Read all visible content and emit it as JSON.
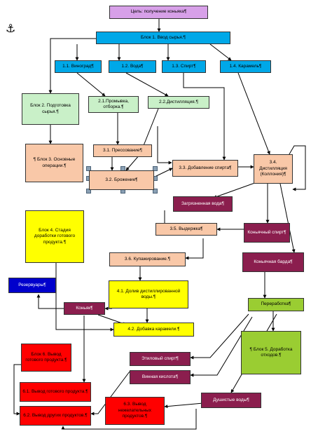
{
  "anchor_icon": "anchor-icon",
  "colors": {
    "goal": "#d7a0e8",
    "block": "#00a8e8",
    "prep": "#c9f0c8",
    "orange": "#f9c8a8",
    "yellow": "#ffff00",
    "purple": "#8b1e4e",
    "red": "#ff0000",
    "olive": "#9acd32",
    "blue": "#0000cc",
    "line": "#000000"
  },
  "boxes": {
    "goal": "Цель: получение коньяка¶",
    "block1": "Блок 1. Ввод сырья.¶",
    "b11": "1.1. Виноград¶",
    "b12": "1.2. Вода¶",
    "b13": "1.3. Спирт¶",
    "b14": "1.4. Карамель¶",
    "block2": "Блок 2. Подготовка сырья.¶",
    "b21": "2.1.Промывка, отборка.¶",
    "b22": "2.2.Дистилляция.¶",
    "block3": "¶ Блок 3. Основные операции.¶",
    "b31": "3.1. Прессование¶",
    "b32": "3.2. Брожение¶",
    "b33": "3.3. Добавление спирта¶",
    "b34": "3.4. Дистилляция (Коллония)¶",
    "zagr_vody": "Загрязненная вода¶",
    "b35": "3.5. Выдержка¶",
    "kon_spirt": "Коньячный спирт¶",
    "block4": "Блок 4. Стадия доработки готового продукта.¶",
    "b36": "3.6. Купажирование.¶",
    "kon_barda": "Коньячная барда¶",
    "reserve": "Резервуары¶",
    "b41": "4.1. Долив дистиллированной воды.¶",
    "konyak": "Коньяк¶",
    "pererabotka": "Переработка¶",
    "b42": "4.2. Добавка карамели.¶",
    "block5": "¶ Блок 5. Доработка отходов.¶",
    "block6": "Блок 6. Вывод готового продукта.¶",
    "etil_spirt": "Этиловый спирт¶",
    "vinn_kislota": "Винная кислота¶",
    "b61": "6.1. Вывод готового продукта.¶",
    "b62": "6.2. Вывод других продуктов.¶",
    "b63": "6.3. Вывод нежелательных продуктов.¶",
    "dush_vody": "Душистые воды¶"
  }
}
